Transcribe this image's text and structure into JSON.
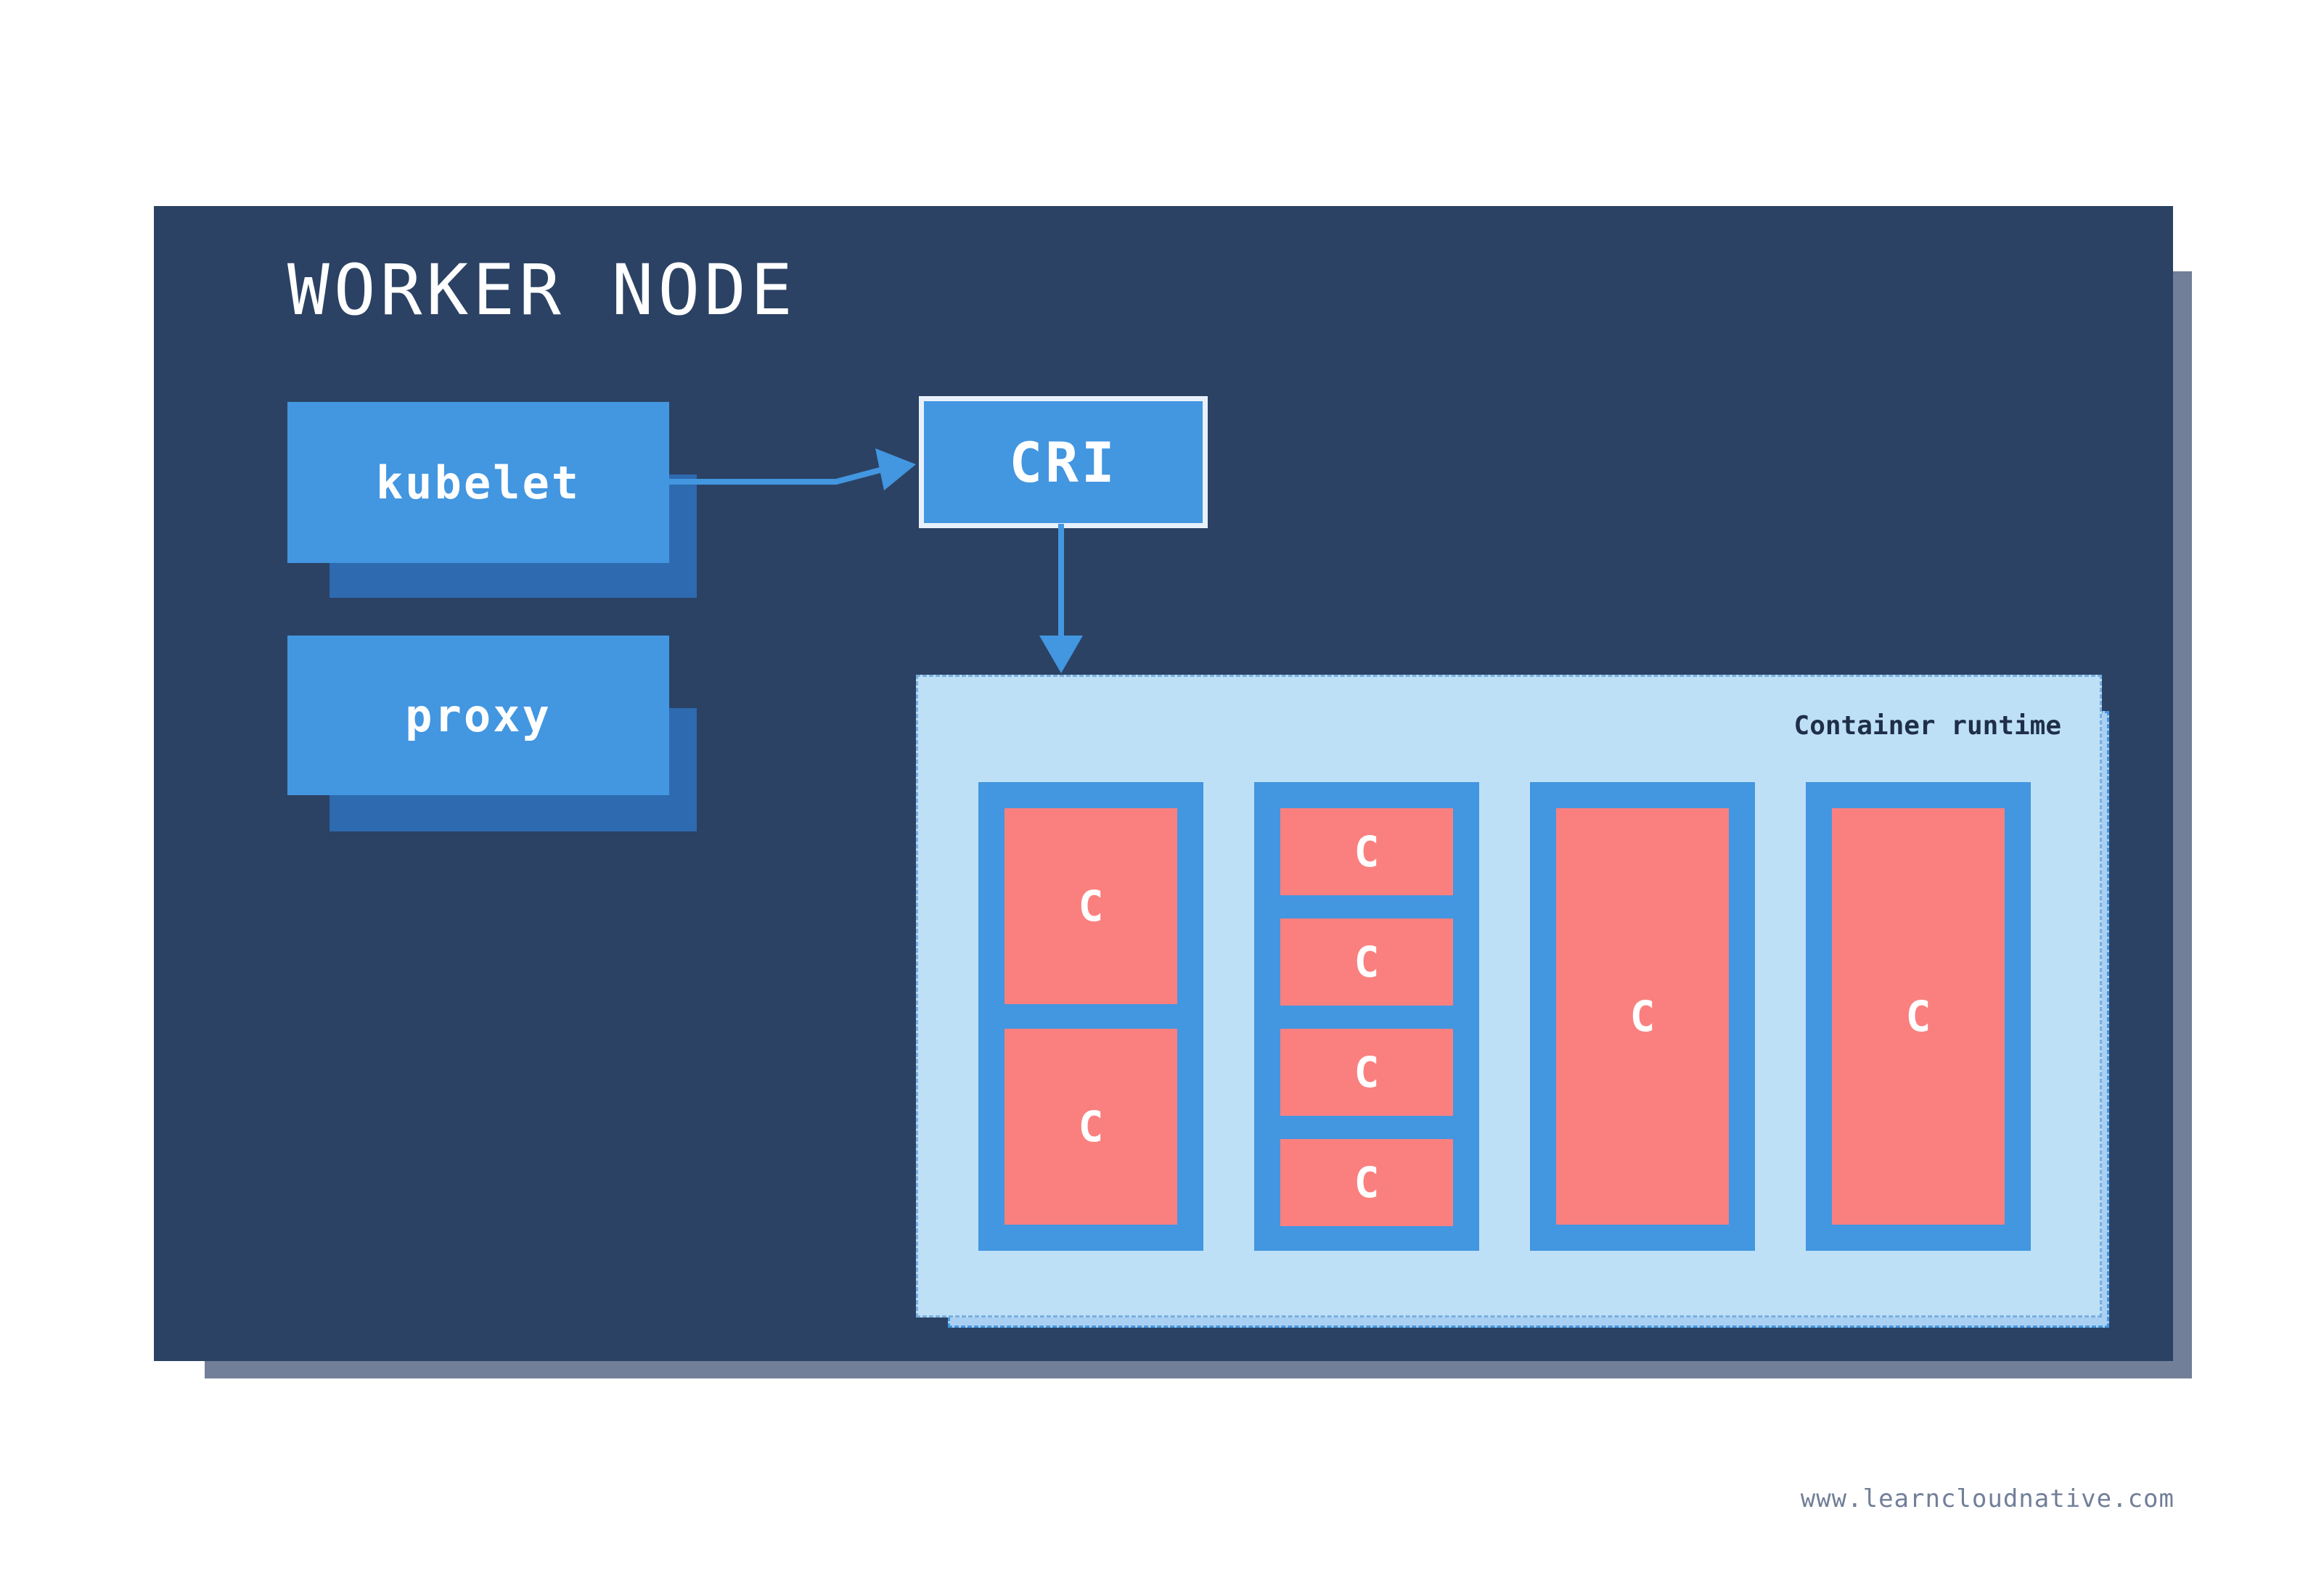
{
  "worker_node": {
    "title": "WORKER NODE"
  },
  "components": {
    "kubelet": "kubelet",
    "proxy": "proxy",
    "cri": "CRI"
  },
  "runtime": {
    "label": "Container runtime"
  },
  "pods": [
    {
      "containers": [
        "C",
        "C"
      ]
    },
    {
      "containers": [
        "C",
        "C",
        "C",
        "C"
      ]
    },
    {
      "containers": [
        "C"
      ]
    },
    {
      "containers": [
        "C"
      ]
    }
  ],
  "footer": {
    "url": "www.learncloudnative.com"
  },
  "colors": {
    "background": "#ffffff",
    "node": "#2b4264",
    "node_shadow": "#727f98",
    "component": "#4396e0",
    "component_shadow": "#2d6ab0",
    "runtime": "#bde0f7",
    "container": "#fa8080",
    "arrow": "#4396e0"
  }
}
